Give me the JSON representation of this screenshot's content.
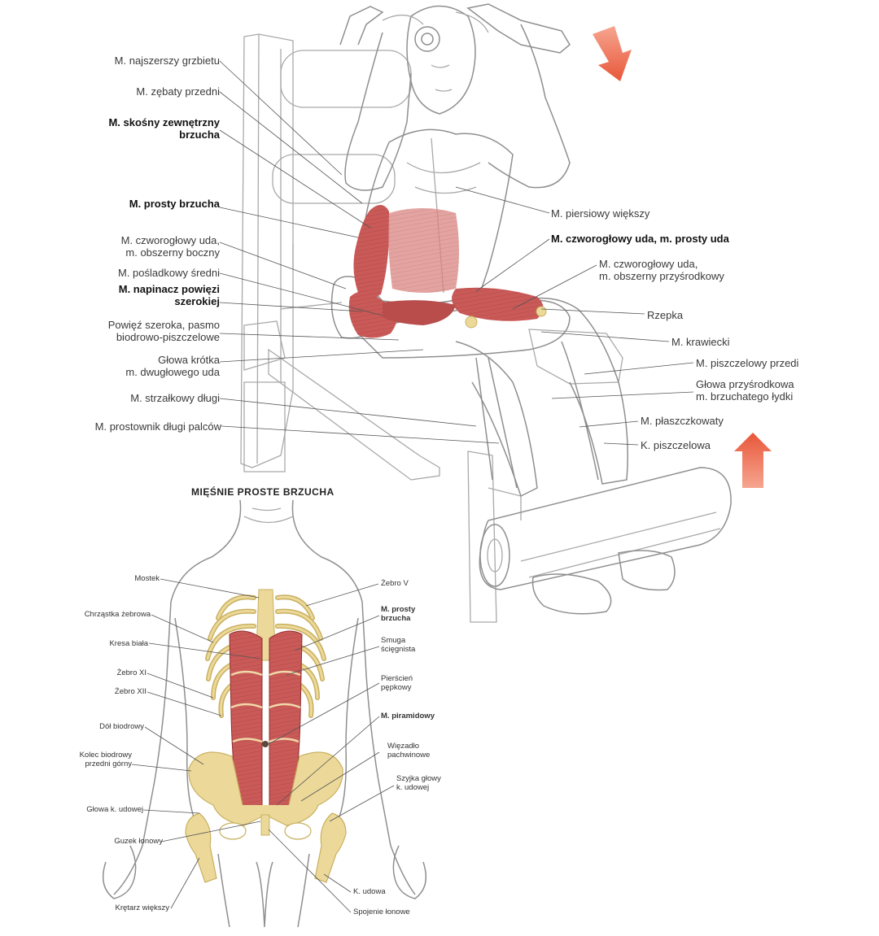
{
  "colors": {
    "muscle": "#c95a58",
    "muscle_dark": "#a8403f",
    "bone": "#ecd99a",
    "bone_dark": "#c9b060",
    "arrow": "#ea6a4d",
    "sketch": "#a9a9a9",
    "leader": "#555555"
  },
  "arrows": {
    "down": "arrow-down-icon",
    "up": "arrow-up-icon"
  },
  "top_left_labels": [
    {
      "lines": [
        "M. najszerszy grzbietu"
      ],
      "bold": false
    },
    {
      "lines": [
        "M. zębaty przedni"
      ],
      "bold": false
    },
    {
      "lines": [
        "M. skośny zewnętrzny",
        "brzucha"
      ],
      "bold": true
    },
    {
      "lines": [
        "M. prosty brzucha"
      ],
      "bold": true
    },
    {
      "lines": [
        "M. czworogłowy uda,",
        "m. obszerny boczny"
      ],
      "bold": false
    },
    {
      "lines": [
        "M. pośladkowy średni"
      ],
      "bold": false
    },
    {
      "lines": [
        "M. napinacz powięzi",
        "szerokiej"
      ],
      "bold": true
    },
    {
      "lines": [
        "Powięź szeroka, pasmo",
        "biodrowo-piszczelowe"
      ],
      "bold": false
    },
    {
      "lines": [
        "Głowa krótka",
        "m. dwugłowego uda"
      ],
      "bold": false
    },
    {
      "lines": [
        "M. strzałkowy długi"
      ],
      "bold": false
    },
    {
      "lines": [
        "M. prostownik długi palców"
      ],
      "bold": false
    }
  ],
  "top_right_labels": [
    {
      "lines": [
        "M. piersiowy większy"
      ],
      "bold": false
    },
    {
      "lines": [
        "M. czworogłowy uda, m. prosty uda"
      ],
      "bold": true
    },
    {
      "lines": [
        "M. czworogłowy uda,",
        "m. obszerny przyśrodkowy"
      ],
      "bold": false
    },
    {
      "lines": [
        "Rzepka"
      ],
      "bold": false
    },
    {
      "lines": [
        "M. krawiecki"
      ],
      "bold": false
    },
    {
      "lines": [
        "M. piszczelowy przedi"
      ],
      "bold": false
    },
    {
      "lines": [
        "Głowa przyśrodkowa",
        "m. brzuchatego łydki"
      ],
      "bold": false
    },
    {
      "lines": [
        "M. płaszczkowaty"
      ],
      "bold": false
    },
    {
      "lines": [
        "K. piszczelowa"
      ],
      "bold": false
    }
  ],
  "bottom_title": "MIĘŚNIE PROSTE BRZUCHA",
  "bottom_left_labels": [
    {
      "lines": [
        "Mostek"
      ]
    },
    {
      "lines": [
        "Chrząstka żebrowa"
      ]
    },
    {
      "lines": [
        "Kresa biała"
      ]
    },
    {
      "lines": [
        "Żebro XI"
      ]
    },
    {
      "lines": [
        "Żebro XII"
      ]
    },
    {
      "lines": [
        "Dół biodrowy"
      ]
    },
    {
      "lines": [
        "Kolec biodrowy",
        "przedni górny"
      ]
    },
    {
      "lines": [
        "Głowa k. udowej"
      ]
    },
    {
      "lines": [
        "Guzek łonowy"
      ]
    },
    {
      "lines": [
        "Krętarz większy"
      ]
    }
  ],
  "bottom_right_labels": [
    {
      "lines": [
        "Żebro V"
      ],
      "bold": false
    },
    {
      "lines": [
        "M. prosty",
        "brzucha"
      ],
      "bold": true
    },
    {
      "lines": [
        "Smuga",
        "ścięgnista"
      ],
      "bold": false
    },
    {
      "lines": [
        "Pierścień",
        "pępkowy"
      ],
      "bold": false
    },
    {
      "lines": [
        "M. piramidowy"
      ],
      "bold": true
    },
    {
      "lines": [
        "Więzadło",
        "pachwinowe"
      ],
      "bold": false
    },
    {
      "lines": [
        "Szyjka głowy",
        "k. udowej"
      ],
      "bold": false
    },
    {
      "lines": [
        "K. udowa"
      ],
      "bold": false
    },
    {
      "lines": [
        "Spojenie łonowe"
      ],
      "bold": false
    }
  ]
}
